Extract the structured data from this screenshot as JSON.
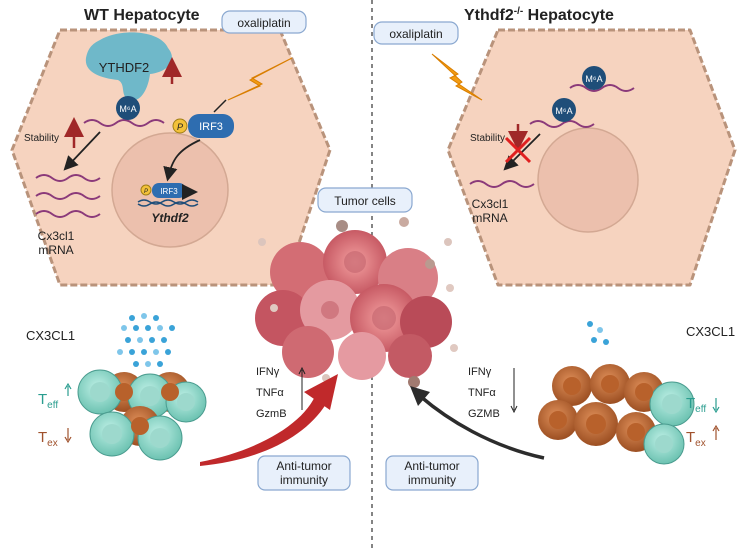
{
  "left_panel": {
    "title": "WT Hepatocyte",
    "drug": "oxaliplatin",
    "ythdf2": "YTHDF2",
    "m6a": "M⁶A",
    "stability": "Stability",
    "irf3": "IRF3",
    "phospho": "P",
    "gene": "Ythdf2",
    "mrna_line1": "Cx3cl1",
    "mrna_line2": "mRNA",
    "chemokine": "CX3CL1",
    "teff": "T",
    "teff_sub": "eff",
    "tex": "T",
    "tex_sub": "ex",
    "cytokines": [
      "IFNγ",
      "TNFα",
      "GzmB"
    ],
    "immunity_line1": "Anti-tumor",
    "immunity_line2": "immunity"
  },
  "center": {
    "tumor_label": "Tumor cells"
  },
  "right_panel": {
    "title_main": "Ythdf2",
    "title_sup": "-/-",
    "title_rest": " Hepatocyte",
    "drug": "oxaliplatin",
    "m6a": "M⁶A",
    "stability": "Stability",
    "mrna_line1": "Cx3cl1",
    "mrna_line2": "mRNA",
    "chemokine": "CX3CL1",
    "teff": "T",
    "teff_sub": "eff",
    "tex": "T",
    "tex_sub": "ex",
    "cytokines": [
      "IFNγ",
      "TNFα",
      "GZMB"
    ],
    "immunity_line1": "Anti-tumor",
    "immunity_line2": "immunity"
  },
  "colors": {
    "cell_fill": "#f6d3bf",
    "cell_stroke": "#b9937b",
    "nucleus": "#ecc0ad",
    "teal": "#2a9d8f",
    "brown": "#a0522d",
    "red_arrow": "#b03030",
    "mrna": "#8b3a7a",
    "lightning": "#f39c12"
  }
}
